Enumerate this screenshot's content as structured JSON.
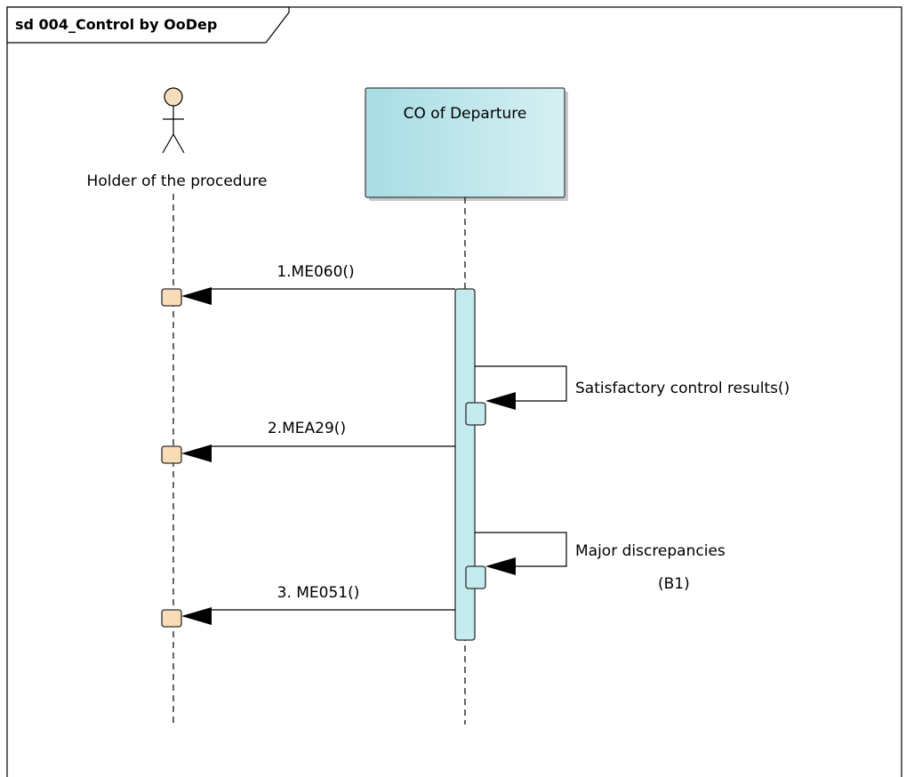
{
  "frame": {
    "title": "sd 004_Control by OoDep"
  },
  "lifelines": {
    "actor": {
      "name": "Holder of the procedure",
      "icon": "actor-stick-figure-icon",
      "head_color": "#f6ddbc"
    },
    "system": {
      "name": "CO of Departure",
      "fill_color": "#b9e5ea"
    }
  },
  "messages": [
    {
      "label": "1.ME060()"
    },
    {
      "label": "Satisfactory control results()"
    },
    {
      "label": "2.MEA29()"
    },
    {
      "label": "Major discrepancies"
    },
    {
      "label": "(B1)"
    },
    {
      "label": "3. ME051()"
    }
  ],
  "colors": {
    "activation_fill": "#c4ecef",
    "activation_stroke": "#2e2e2e",
    "receive_fill": "#f8dcb8",
    "line": "#000000"
  }
}
